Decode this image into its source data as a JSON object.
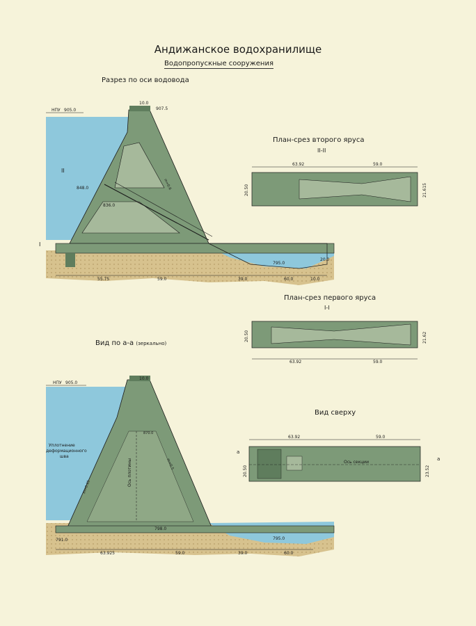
{
  "title": "Андижанское водохранилище",
  "subtitle": "Водопропускные сооружения",
  "sections": {
    "axis_section": "Разрез по оси водовода",
    "view_aa": "Вид по а-а",
    "view_aa_note": "(зеркально)",
    "tier2_plan": "План-срез второго яруса",
    "tier2_mark": "II-II",
    "tier1_plan": "План-срез первого яруса",
    "tier1_mark": "I-I",
    "top_view": "Вид сверху"
  },
  "labels": {
    "npu": "НПУ",
    "npu_level": "905.0",
    "crest_width": "10.0",
    "crest_level": "907.5",
    "level_848": "848.0",
    "level_836": "836.0",
    "level_795": "795.0",
    "level_798": "798.0",
    "level_791": "791.0",
    "level_20": "20.0",
    "level_870": "870.0",
    "seal_label_1": "Уплотнение",
    "seal_label_2": "деформационного",
    "seal_label_3": "шва",
    "dam_axis": "Ось плотины",
    "section_axis": "Ось секции",
    "slope_m05": "m=0.5",
    "slope_m06": "m=0.6",
    "slope_m065": "m=0.65",
    "section_mark_2": "II",
    "section_mark_1": "I",
    "mark_a": "a"
  },
  "dimensions": {
    "upper_section": [
      "55.75",
      "59.0",
      "39.0",
      "60.0",
      "10.0"
    ],
    "lower_section": [
      "63.925",
      "59.0",
      "39.0",
      "60.0"
    ],
    "plan_tier2": [
      "63.92",
      "59.0",
      "20.50",
      "21.615"
    ],
    "plan_tier1": [
      "20.50",
      "21.62",
      "63.92",
      "59.0"
    ],
    "plan_top": [
      "63.92",
      "59.0",
      "20.50",
      "23.52"
    ]
  },
  "colors": {
    "paper": "#f6f3da",
    "water": "#8ec8dc",
    "concrete": "#7d9a78",
    "concrete_dark": "#5f7d5d",
    "ground": "#d7c28e",
    "line": "#1a1a1a"
  }
}
